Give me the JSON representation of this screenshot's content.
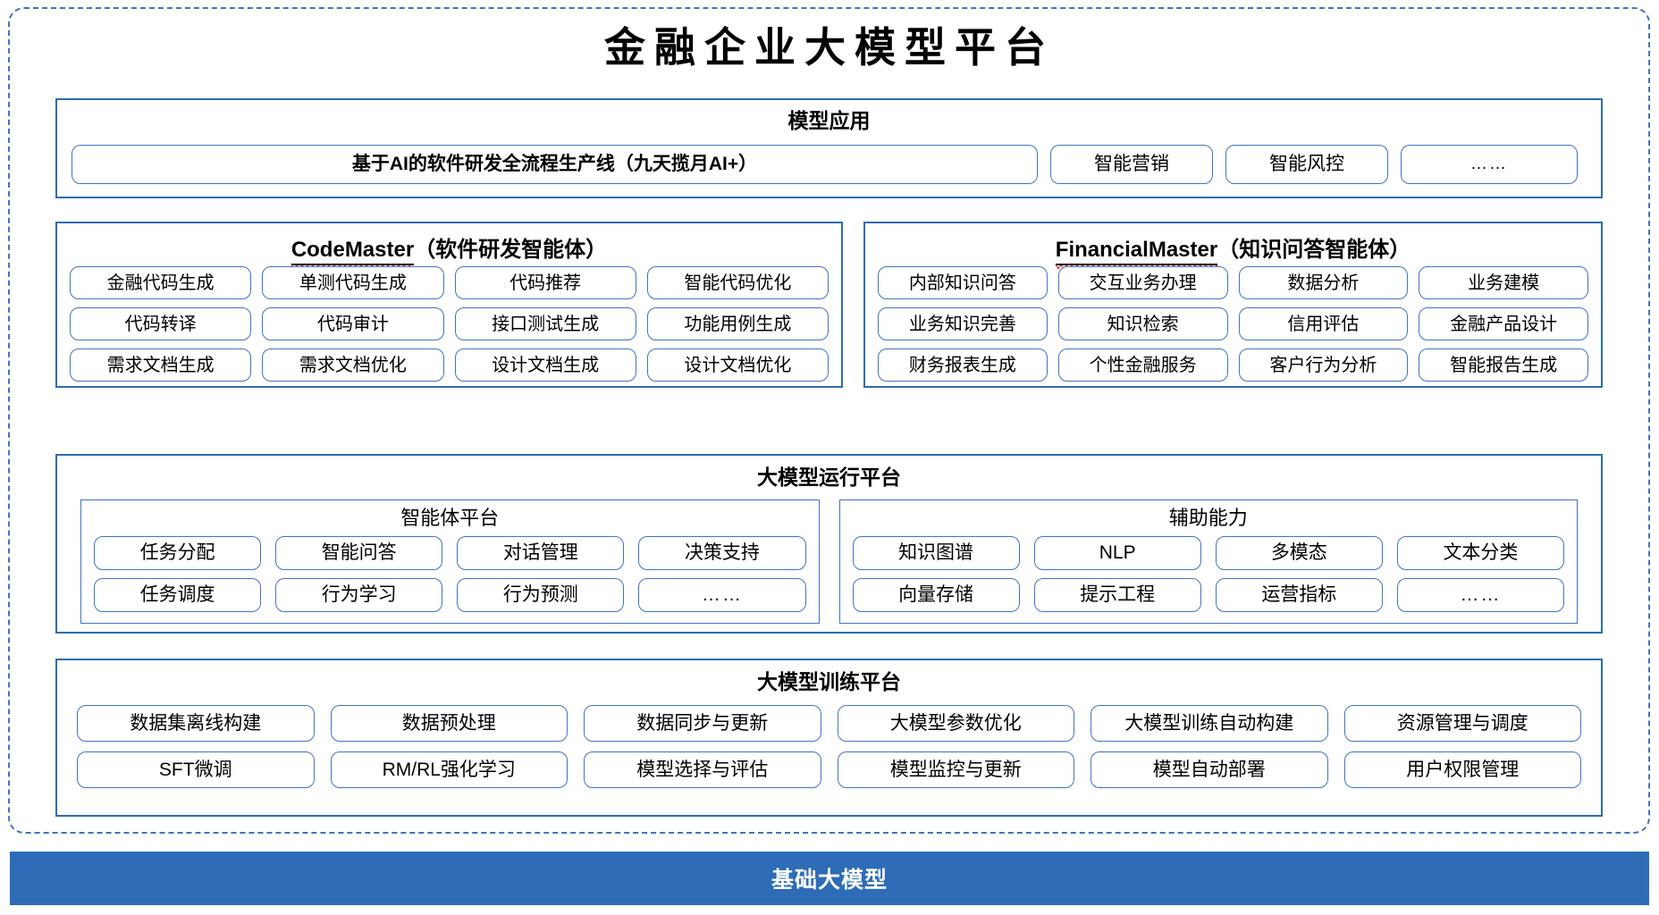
{
  "title": "金融企业大模型平台",
  "model_application": {
    "heading": "模型应用",
    "items": [
      "基于AI的软件研发全流程生产线（九天揽月AI+）",
      "智能营销",
      "智能风控",
      "……"
    ]
  },
  "agents": [
    {
      "name": "CodeMaster",
      "suffix": "（软件研发智能体）",
      "rows": [
        [
          "金融代码生成",
          "单测代码生成",
          "代码推荐",
          "智能代码优化"
        ],
        [
          "代码转译",
          "代码审计",
          "接口测试生成",
          "功能用例生成"
        ],
        [
          "需求文档生成",
          "需求文档优化",
          "设计文档生成",
          "设计文档优化"
        ]
      ]
    },
    {
      "name": "FinancialMaster",
      "suffix": "（知识问答智能体）",
      "rows": [
        [
          "内部知识问答",
          "交互业务办理",
          "数据分析",
          "业务建模"
        ],
        [
          "业务知识完善",
          "知识检索",
          "信用评估",
          "金融产品设计"
        ],
        [
          "财务报表生成",
          "个性金融服务",
          "客户行为分析",
          "智能报告生成"
        ]
      ]
    }
  ],
  "runtime_platform": {
    "heading": "大模型运行平台",
    "groups": [
      {
        "title": "智能体平台",
        "rows": [
          [
            "任务分配",
            "智能问答",
            "对话管理",
            "决策支持"
          ],
          [
            "任务调度",
            "行为学习",
            "行为预测",
            "……"
          ]
        ]
      },
      {
        "title": "辅助能力",
        "rows": [
          [
            "知识图谱",
            "NLP",
            "多模态",
            "文本分类"
          ],
          [
            "向量存储",
            "提示工程",
            "运营指标",
            "……"
          ]
        ]
      }
    ]
  },
  "training_platform": {
    "heading": "大模型训练平台",
    "rows": [
      [
        "数据集离线构建",
        "数据预处理",
        "数据同步与更新",
        "大模型参数优化",
        "大模型训练自动构建",
        "资源管理与调度"
      ],
      [
        "SFT微调",
        "RM/RL强化学习",
        "模型选择与评估",
        "模型监控与更新",
        "模型自动部署",
        "用户权限管理"
      ]
    ]
  },
  "foundation": {
    "label": "基础大模型"
  },
  "colors": {
    "frame_border": "#4472c4",
    "panel_border": "#2e6cb3",
    "chip_border": "#4472c4",
    "foundation_bg": "#2e6cb8",
    "squiggle": "#e03b2f"
  }
}
